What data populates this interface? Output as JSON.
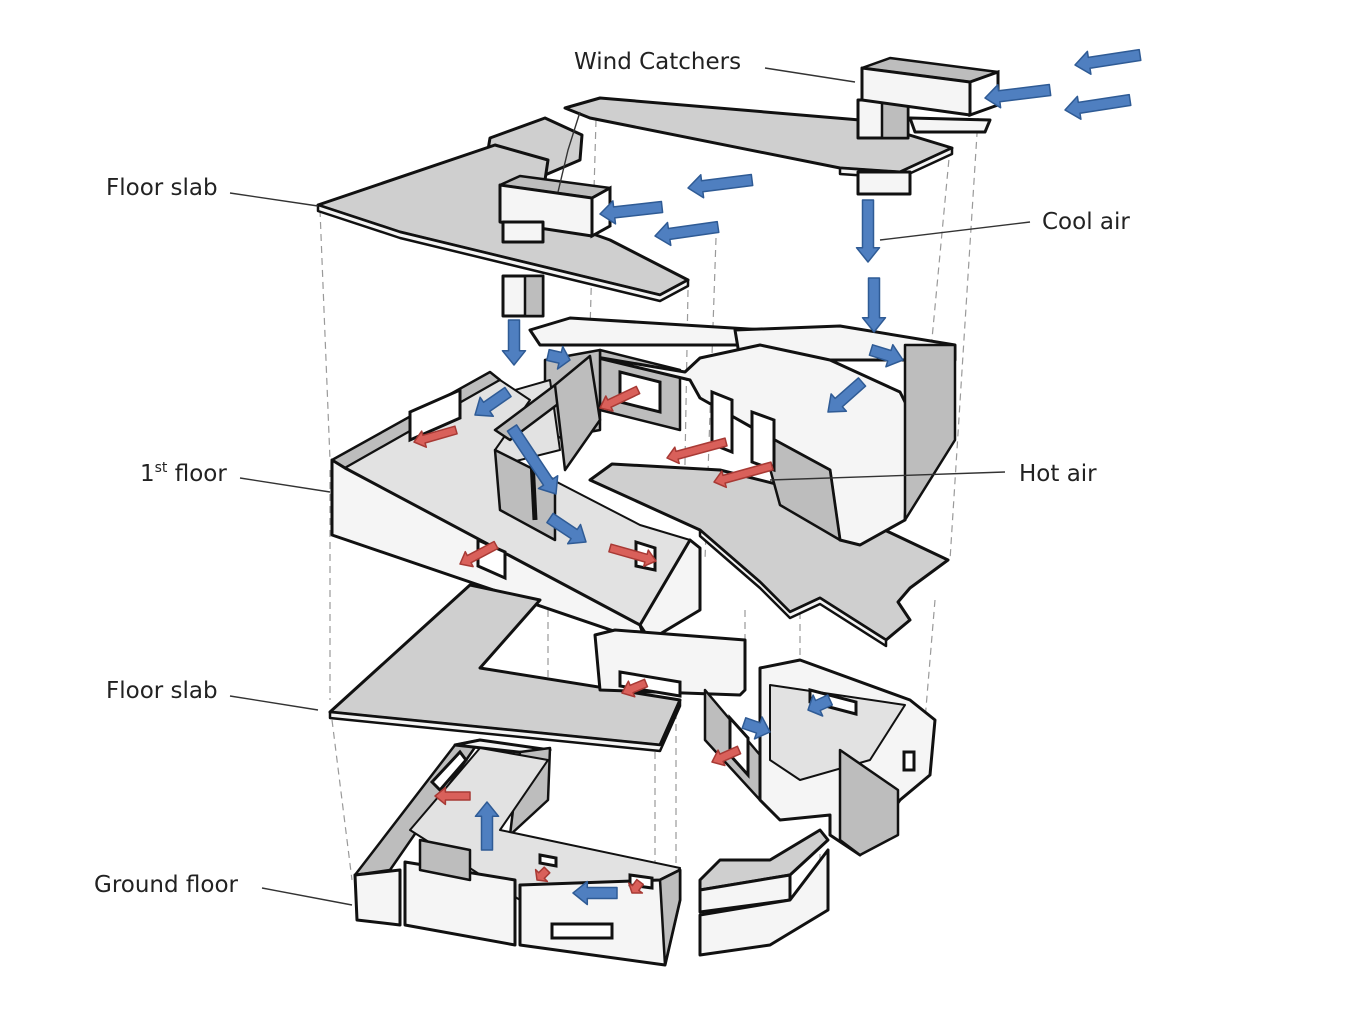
{
  "diagram": {
    "title": "Exploded axonometric of building ventilation with wind catchers",
    "colors": {
      "cool_air": "#4f7fc0",
      "cool_air_stroke": "#2f5b95",
      "hot_air": "#d9605a",
      "hot_air_stroke": "#a83a35",
      "slab_fill": "#cfcfcf",
      "wall_fill": "#f5f5f5",
      "line": "#111111"
    },
    "labels": {
      "wind_catchers": "Wind Catchers",
      "floor_slab_top": "Floor slab",
      "cool_air": "Cool air",
      "first_floor_num": "1",
      "first_floor_sup": "st",
      "first_floor_word": " floor",
      "hot_air": "Hot air",
      "floor_slab_bottom": "Floor slab",
      "ground_floor": "Ground floor"
    },
    "layers": [
      "Wind Catchers",
      "Floor slab",
      "1st floor",
      "Floor slab",
      "Ground floor"
    ],
    "legend": [
      {
        "name": "Cool air",
        "arrow": "blue"
      },
      {
        "name": "Hot air",
        "arrow": "red"
      }
    ],
    "arrows": {
      "cool": [
        [
          1140,
          55,
          1075,
          65
        ],
        [
          1050,
          90,
          985,
          98
        ],
        [
          1130,
          100,
          1065,
          110
        ],
        [
          752,
          180,
          688,
          188
        ],
        [
          662,
          207,
          600,
          214
        ],
        [
          718,
          227,
          655,
          236
        ],
        [
          868,
          200,
          868,
          262
        ],
        [
          874,
          278,
          874,
          332
        ],
        [
          871,
          350,
          903,
          360
        ],
        [
          862,
          382,
          828,
          412
        ],
        [
          514,
          320,
          514,
          365
        ],
        [
          548,
          355,
          570,
          360
        ],
        [
          508,
          392,
          475,
          415
        ],
        [
          512,
          428,
          556,
          494
        ],
        [
          550,
          518,
          586,
          542
        ],
        [
          487,
          850,
          487,
          802
        ],
        [
          617,
          893,
          573,
          893
        ],
        [
          744,
          723,
          770,
          732
        ],
        [
          830,
          700,
          808,
          710
        ]
      ],
      "hot": [
        [
          638,
          390,
          600,
          408
        ],
        [
          456,
          430,
          414,
          442
        ],
        [
          726,
          442,
          667,
          458
        ],
        [
          772,
          466,
          714,
          482
        ],
        [
          496,
          545,
          460,
          564
        ],
        [
          610,
          548,
          656,
          561
        ],
        [
          646,
          683,
          622,
          693
        ],
        [
          739,
          750,
          712,
          762
        ],
        [
          470,
          796,
          435,
          796
        ],
        [
          547,
          870,
          537,
          880
        ],
        [
          640,
          882,
          632,
          893
        ]
      ]
    }
  }
}
